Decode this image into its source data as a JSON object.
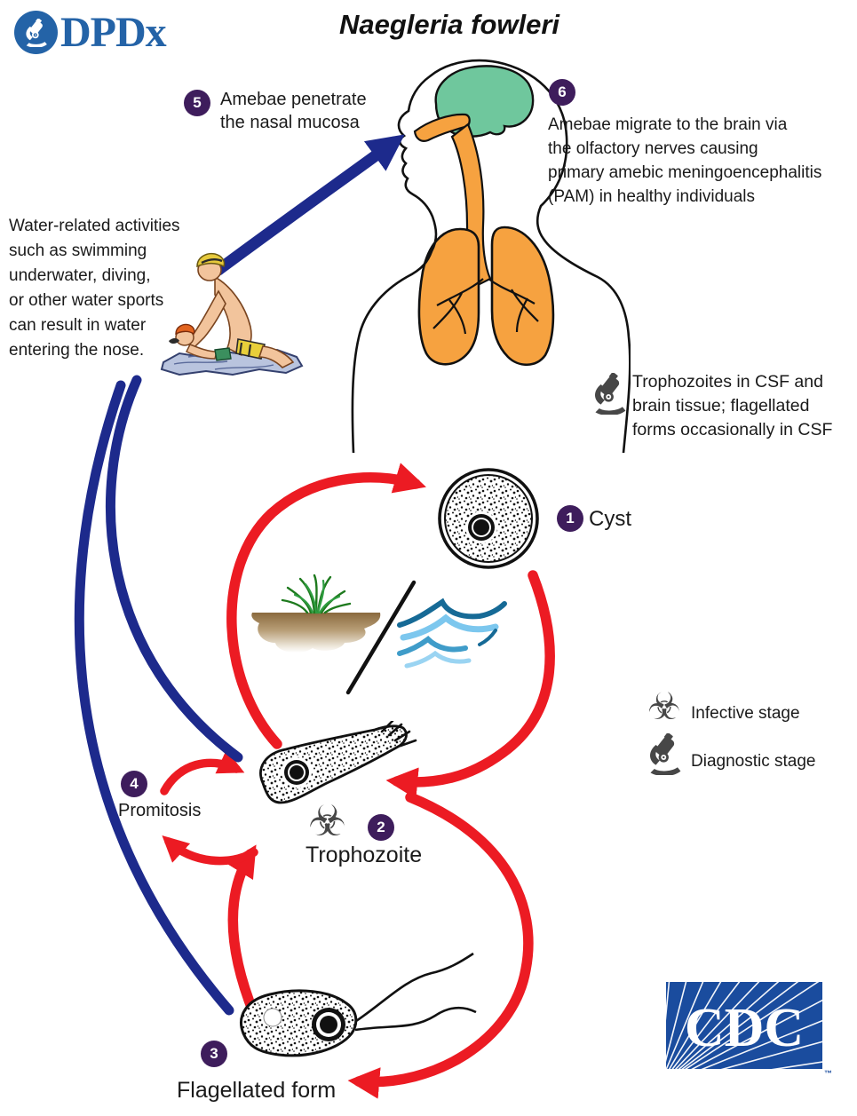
{
  "title": "Naegleria fowleri",
  "branding": {
    "dpdx_label": "DPDx",
    "cdc_label": "CDC",
    "trademark": "™"
  },
  "steps": {
    "s1": {
      "num": "1",
      "label": "Cyst"
    },
    "s2": {
      "num": "2",
      "label": "Trophozoite"
    },
    "s3": {
      "num": "3",
      "label": "Flagellated form"
    },
    "s4": {
      "num": "4",
      "label": "Promitosis"
    },
    "s5": {
      "num": "5",
      "lines": [
        "Amebae penetrate",
        "the nasal mucosa"
      ]
    },
    "s6": {
      "num": "6",
      "lines": [
        "Amebae migrate to the brain via",
        "the olfactory nerves causing",
        "primary amebic meningoencephalitis",
        "(PAM) in healthy individuals"
      ]
    }
  },
  "notes": {
    "water_activities": [
      "Water-related activities",
      "such as swimming",
      "underwater, diving,",
      "or other water sports",
      "can result in water",
      "entering the nose."
    ],
    "diagnostic": [
      "Trophozoites in CSF and",
      "brain tissue; flagellated",
      "forms occasionally in CSF"
    ]
  },
  "legend": {
    "infective_label": "Infective stage",
    "diagnostic_label": "Diagnostic stage"
  },
  "glyphs": {
    "biohazard": "☣"
  },
  "colors": {
    "arrow_red": "#ec1b23",
    "arrow_blue": "#1d2a8c",
    "badge_purple": "#3e1d5c",
    "brain_green": "#6fc79d",
    "organ_orange": "#f6a240",
    "dpdx_blue": "#2463a7",
    "cdc_blue": "#1a4c9e",
    "icon_gray": "#474747"
  }
}
